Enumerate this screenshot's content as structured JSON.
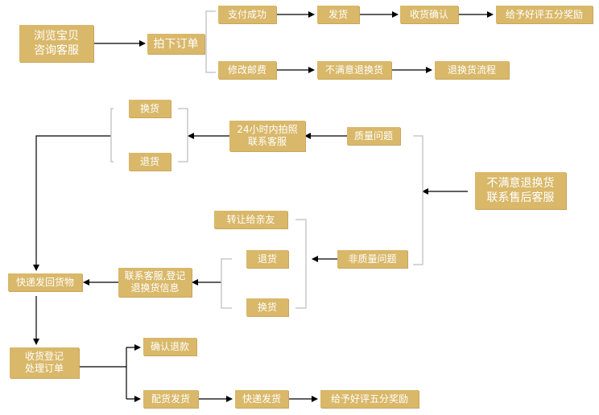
{
  "nodes": {
    "browse": "浏览宝贝\n咨询客服",
    "order": "拍下订单",
    "pay_ok": "支付成功",
    "ship": "发货",
    "confirm": "收货确认",
    "rate_top": "给予好评五分奖励",
    "edit_post": "修改邮费",
    "unsatisfied": "不满意退换货",
    "return_flow": "退换货流程",
    "exchange_top": "换货",
    "return_top": "退货",
    "h24": "24小时内拍照\n联系客服",
    "quality": "质量问题",
    "after_sales": "不满意退换货\n联系售后客服",
    "transfer": "转让给亲友",
    "return_mid": "退货",
    "non_quality": "非质量问题",
    "contact_reg": "联系客服,登记\n退换货信息",
    "exchange_mid": "换货",
    "express_back": "快递发回货物",
    "receive_reg": "收货登记\n处理订单",
    "refund": "确认退款",
    "prep_ship": "配货发货",
    "express_ship": "快递发货",
    "rate_bottom": "给予好评五分奖励"
  },
  "colors": {
    "node_fill": "#d9b86a",
    "node_text": "#ffffff",
    "line": "#000000",
    "bracket": "#c8c8c8"
  }
}
